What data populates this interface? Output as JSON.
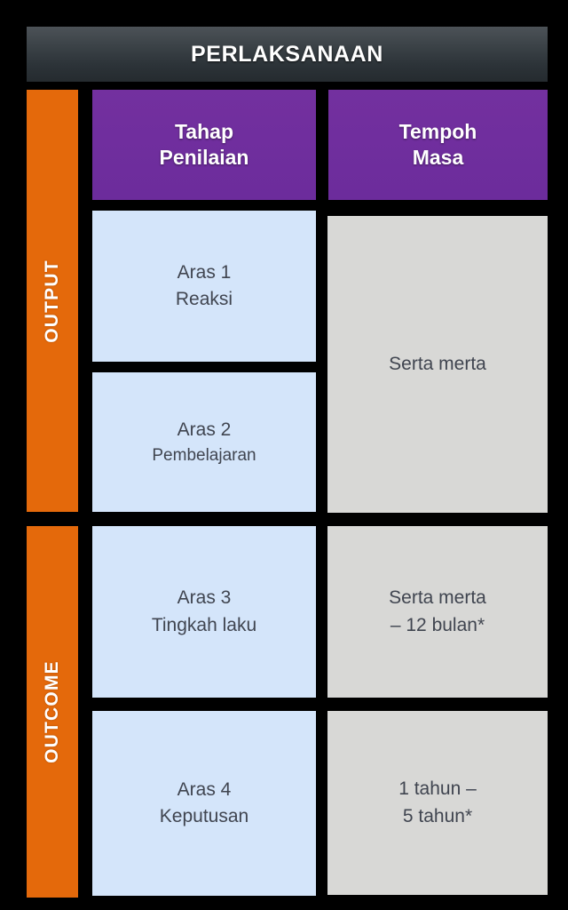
{
  "header": {
    "title": "PERLAKSANAAN"
  },
  "colors": {
    "background": "#000000",
    "header_bar_top": "#4c5257",
    "header_bar_bottom": "#252b2f",
    "sidebar_orange": "#E4690B",
    "column_header_purple": "#6E2EAE",
    "cell_blue": "#D4E5FA",
    "cell_gray": "#D8D8D6",
    "cell_text": "#404550",
    "header_text": "#FFFFFF"
  },
  "sidebars": [
    {
      "label": "OUTPUT"
    },
    {
      "label": "OUTCOME"
    }
  ],
  "columns": [
    {
      "line1": "Tahap",
      "line2": "Penilaian"
    },
    {
      "line1": "Tempoh",
      "line2": "Masa"
    }
  ],
  "rows": [
    {
      "group": "OUTPUT",
      "level_line1": "Aras 1",
      "level_line2": "Reaksi",
      "duration_line1": "Serta merta",
      "duration_line2": ""
    },
    {
      "group": "OUTPUT",
      "level_line1": "Aras 2",
      "level_line2": "Pembelajaran",
      "duration_line1": "",
      "duration_line2": ""
    },
    {
      "group": "OUTCOME",
      "level_line1": "Aras 3",
      "level_line2": "Tingkah laku",
      "duration_line1": "Serta merta",
      "duration_line2": "– 12 bulan*"
    },
    {
      "group": "OUTCOME",
      "level_line1": "Aras 4",
      "level_line2": "Keputusan",
      "duration_line1": "1 tahun –",
      "duration_line2": "5 tahun*"
    }
  ]
}
